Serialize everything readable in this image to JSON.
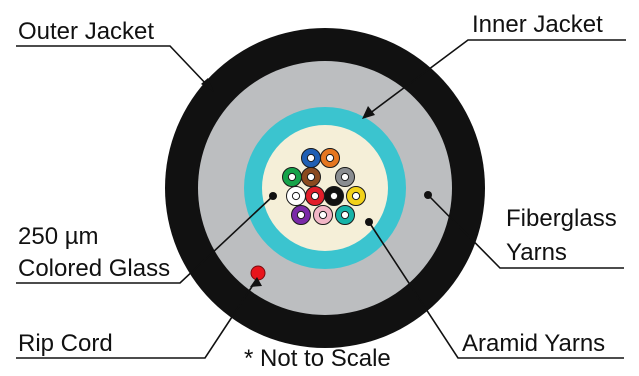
{
  "labels": {
    "outer_jacket": "Outer Jacket",
    "inner_jacket": "Inner Jacket",
    "fiberglass_line1": "Fiberglass",
    "fiberglass_line2": "Yarns",
    "glass_line1": "250 µm",
    "glass_line2": "Colored Glass",
    "rip_cord": "Rip Cord",
    "aramid": "Aramid Yarns",
    "note": "* Not to Scale"
  },
  "colors": {
    "outer_jacket": "#111111",
    "fiberglass": "#bcbec0",
    "inner_jacket": "#3bc4cf",
    "aramid_core": "#f5efd8",
    "rip_cord": "#e8141b",
    "leader": "#111111"
  },
  "fibers": [
    {
      "name": "blue",
      "color": "#1f5fb4"
    },
    {
      "name": "orange",
      "color": "#e5761f"
    },
    {
      "name": "green",
      "color": "#16a34a"
    },
    {
      "name": "brown",
      "color": "#8b4a1f"
    },
    {
      "name": "slate",
      "color": "#8a8d91"
    },
    {
      "name": "white",
      "color": "#ffffff"
    },
    {
      "name": "red",
      "color": "#e11d2a"
    },
    {
      "name": "black",
      "color": "#111111"
    },
    {
      "name": "yellow",
      "color": "#f2d21a"
    },
    {
      "name": "violet",
      "color": "#7a2aa8"
    },
    {
      "name": "rose",
      "color": "#f2b6c6"
    },
    {
      "name": "aqua",
      "color": "#16b3a8"
    }
  ]
}
